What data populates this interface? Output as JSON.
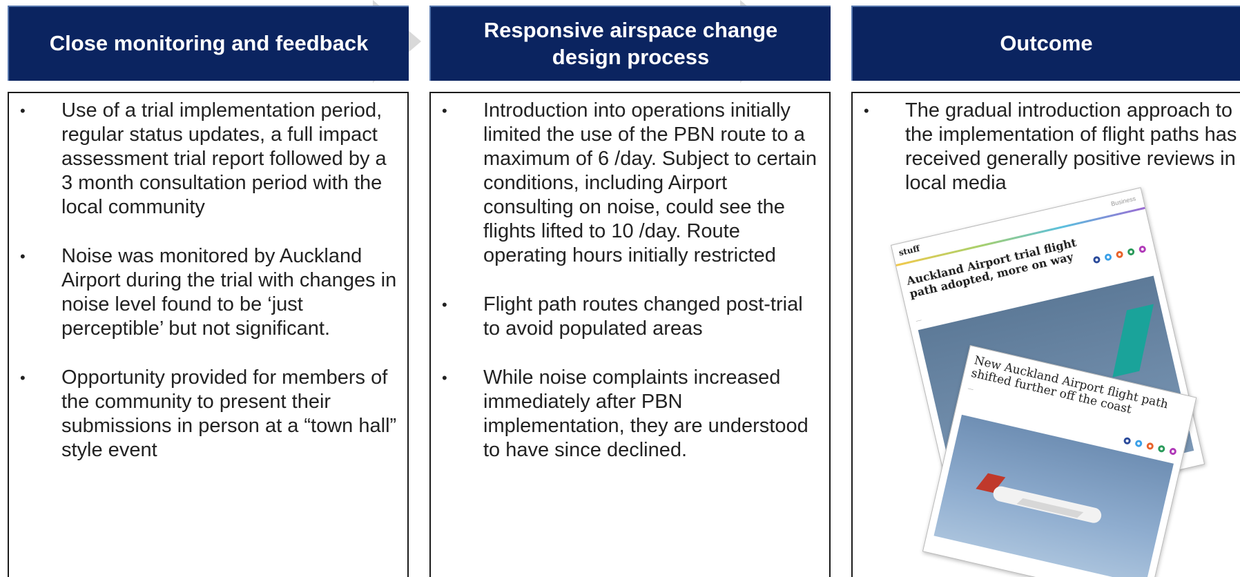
{
  "columns": [
    {
      "header": "Close monitoring and feedback",
      "bullets": [
        "Use of a trial implementation period, regular status updates, a full impact assessment trial report followed by a 3 month consultation period with the local community",
        "Noise was monitored by Auckland Airport during the trial with changes in noise level found to be ‘just perceptible’ but not significant.",
        "Opportunity provided for members of the community to present their submissions in person at a “town hall” style event"
      ]
    },
    {
      "header": "Responsive airspace change design process",
      "bullets": [
        "Introduction into operations initially limited the use of the PBN route to a maximum of 6 /day. Subject to certain conditions, including Airport consulting on noise, could see the flights lifted to 10 /day.  Route operating hours initially restricted",
        "Flight path routes changed post-trial to avoid populated areas",
        "While noise complaints increased immediately after PBN implementation, they are understood to have since declined."
      ]
    },
    {
      "header": "Outcome",
      "bullets": [
        "The gradual introduction approach to the implementation of flight paths has received generally positive reviews in local media"
      ]
    }
  ],
  "bullet_glyph": "•",
  "clippings": {
    "back": {
      "logo": "stuff",
      "section": "Business",
      "headline": "Auckland Airport trial flight path adopted, more on way"
    },
    "front": {
      "headline": "New Auckland Airport flight path shifted further off the coast"
    }
  },
  "colors": {
    "header_bg": "#0b2460",
    "header_text": "#ffffff",
    "chevron": "#d9d9d9",
    "panel_border": "#1a1a1a"
  }
}
